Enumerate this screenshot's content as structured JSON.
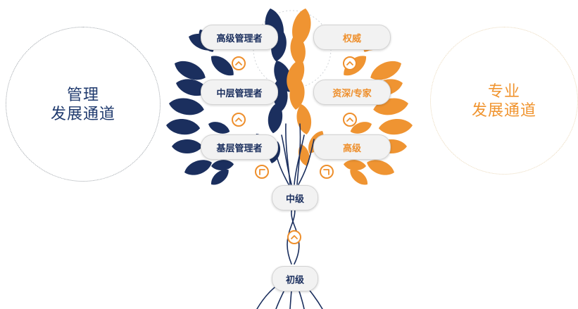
{
  "left_circle": {
    "line1": "管理",
    "line2": "发展通道"
  },
  "right_circle": {
    "line1": "专业",
    "line2": "发展通道"
  },
  "management_levels": [
    "高级管理者",
    "中层管理者",
    "基层管理者"
  ],
  "professional_levels": [
    "权威",
    "资深/专家",
    "高级"
  ],
  "shared_levels": {
    "middle": "中级",
    "junior": "初级"
  },
  "colors": {
    "navy": "#1b2f5e",
    "orange": "#ee8f2c",
    "pill_bg": "#f2f2f2"
  },
  "icons": {
    "step_up": "chevron-up-icon",
    "branch_left": "corner-up-left-icon",
    "branch_right": "corner-up-right-icon"
  }
}
